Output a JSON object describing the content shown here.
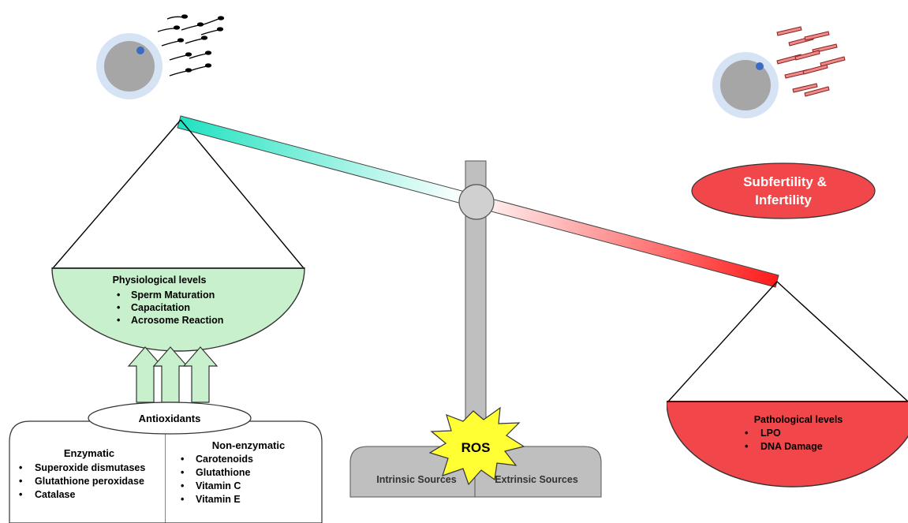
{
  "colors": {
    "green_fill": "#c9f0cc",
    "red_fill": "#f2474a",
    "beam_left": "#1fe2c0",
    "beam_right": "#ff1a1a",
    "stand_fill": "#bfbfbf",
    "ros_fill": "#ffff33",
    "egg_halo": "#d6e3f5",
    "egg_core": "#a6a6a6",
    "egg_nucleus": "#3b6bc4",
    "sperm_red": "#ee8b8b"
  },
  "left_pan": {
    "title": "Physiological levels",
    "items": [
      "Sperm Maturation",
      "Capacitation",
      "Acrosome Reaction"
    ]
  },
  "right_pan": {
    "title": "Pathological levels",
    "items": [
      "LPO",
      "DNA Damage"
    ]
  },
  "outcome": {
    "line1": "Subfertility &",
    "line2": "Infertility"
  },
  "ros": {
    "label": "ROS",
    "sources": [
      "Intrinsic Sources",
      "Extrinsic Sources"
    ]
  },
  "antioxidants": {
    "label": "Antioxidants",
    "enzymatic": {
      "title": "Enzymatic",
      "items": [
        "Superoxide dismutases",
        "Glutathione peroxidase",
        "Catalase"
      ]
    },
    "non_enzymatic": {
      "title": "Non-enzymatic",
      "items": [
        "Carotenoids",
        "Glutathione",
        "Vitamin C",
        "Vitamin E"
      ]
    }
  },
  "icons": [
    "oocyte-icon",
    "sperm-icon",
    "up-arrow-icon",
    "ros-burst-icon"
  ]
}
